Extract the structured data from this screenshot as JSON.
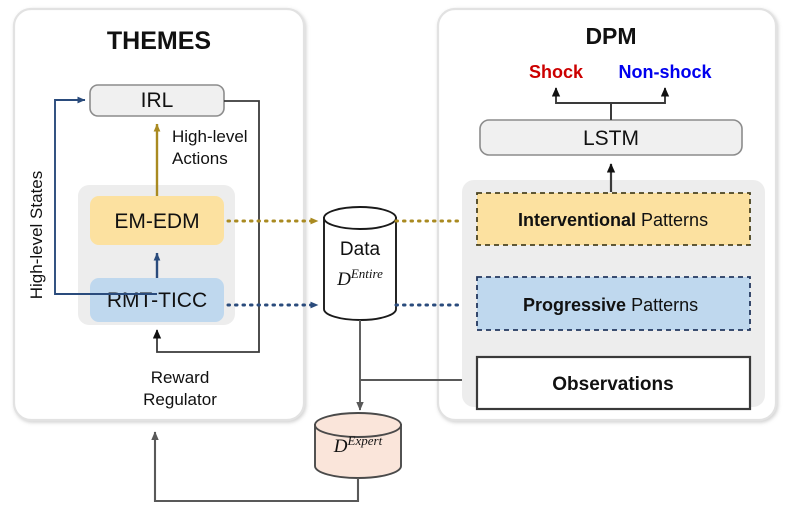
{
  "panels": {
    "themes": {
      "title": "THEMES"
    },
    "dpm": {
      "title": "DPM"
    }
  },
  "themes": {
    "irl_label": "IRL",
    "em_edm_label": "EM-EDM",
    "rmt_ticc_label": "RMT-TICC",
    "high_level_states_label": "High-level States",
    "high_level_actions_line1": "High-level",
    "high_level_actions_line2": "Actions",
    "reward_regulator_line1": "Reward",
    "reward_regulator_line2": "Regulator"
  },
  "dpm": {
    "shock_label": "Shock",
    "non_shock_label": "Non-shock",
    "lstm_label": "LSTM",
    "interventional_bold": "Interventional",
    "interventional_rest": " Patterns",
    "progressive_bold": "Progressive",
    "progressive_rest": " Patterns",
    "observations_label": "Observations"
  },
  "data_store": {
    "data_label": "Data",
    "entire_symbol": "D",
    "entire_superscript": "Entire",
    "expert_symbol": "D",
    "expert_superscript": "Expert"
  },
  "colors": {
    "yellow_fill": "#FCE1A0",
    "blue_fill": "#BFD8EE",
    "grey_fill": "#EDEDED",
    "expert_fill": "#FAE5DA",
    "shock_red": "#CC0000",
    "non_shock_blue": "#0000EE",
    "gold_arrow": "#A98A21",
    "navy_arrow": "#2A4B7C",
    "dark_grey_arrow": "#595959",
    "panel_border": "#E2E2E2"
  }
}
